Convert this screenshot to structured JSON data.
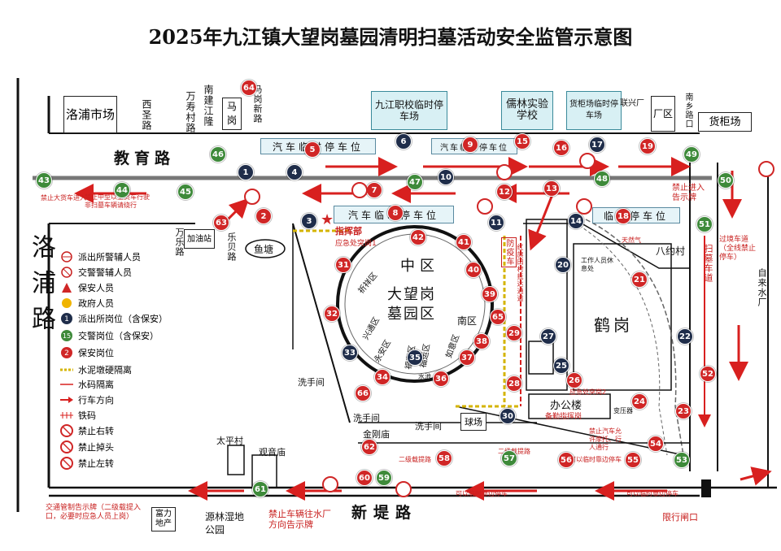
{
  "title": "2025年九江镇大望岗墓园清明扫墓活动安全监管示意图",
  "roads": {
    "luopu_top": "洛浦市场",
    "luopu_left": "洛浦路",
    "jiaoyu": "教育路",
    "xiditlu": "新堤路",
    "xisheng": "西圣路",
    "wanshou": "万寿村路",
    "nanjian": "南建江隆",
    "magang_lu": "马岗新路",
    "magang": "马岗",
    "lianxing": "联兴厂",
    "chang": "厂区",
    "nanxiang": "南乡路口",
    "huoguichang": "货柜场",
    "wanle": "万乐路",
    "jiayouzhan": "加油站",
    "lebei": "乐贝路",
    "yutang": "鱼塘",
    "bayue": "八约村",
    "zilaishui": "自来水厂",
    "taiping": "太平村",
    "guanyin": "观音庙",
    "yuanlin": "源林湿地公园",
    "fuli": "富力地产",
    "jingang": "金刚庙",
    "xishoujian1": "洗手间",
    "xishoujian2": "洗手间",
    "xishoujian3": "洗手间",
    "qiuchang": "球场",
    "bangonglou": "办公楼",
    "beiqin": "备勤指挥岗",
    "biandian": "变压器",
    "hegang": "鹤岗",
    "zhongqu": "中区",
    "nanqu": "南区",
    "center_line1": "大望岗",
    "center_line2": "墓园区",
    "xinxiang": "祈祥区",
    "xingtong": "兴通区",
    "yongan": "永安区",
    "fushou": "福寿区",
    "fuyun": "福运区",
    "ruyi": "如意区",
    "zhihuibu": "指挥部",
    "yingji": "应急处突岗1",
    "yingji2": "应急处突岗2",
    "gongzuo": "工作人员休息处",
    "fangyu": "防疫车",
    "shuichi": "水池",
    "hongqi": "红旗田",
    "tiebie": "天然气"
  },
  "boxes": {
    "jiujiang": "九江职校临时停车场",
    "rulin": "儒林实验学校",
    "huogui_park": "货柜场临时停车场",
    "park1": "汽车临时停车位",
    "park2": "汽车临时停车位",
    "park3": "汽车临时停车位",
    "park4": "临时停车位"
  },
  "notes": {
    "n1": "禁止大货车进入",
    "n2": "禁止中型以上货车行驶非扫墓车辆请绕行",
    "n3": "禁止进入告示牌",
    "n4": "过境车道（全线禁止停车）",
    "n5": "交通管制告示牌（二级载提入口，必要时应急人员上岗）",
    "n6": "禁止车辆往水厂方向告示牌",
    "n7": "限行闸口",
    "n8": "可以临时靠边停车",
    "n9": "可以临时靠边停车",
    "n10": "二级载提路",
    "n11": "禁止汽车允许摩托、行人通行",
    "n12": "扫墓车道",
    "n13": "可以临时靠边停车",
    "n14": "二级载提路",
    "n15": "红旗田村抵达通道"
  },
  "legend": [
    {
      "icon": "auxiliary-police-icon",
      "label": "派出所警辅人员"
    },
    {
      "icon": "traffic-auxiliary-icon",
      "label": "交警警辅人员"
    },
    {
      "icon": "security-staff-icon",
      "label": "保安人员"
    },
    {
      "icon": "government-staff-icon",
      "label": "政府人员"
    },
    {
      "icon": "police-post-icon",
      "label": "派出所岗位（含保安）"
    },
    {
      "icon": "traffic-post-icon",
      "label": "交警岗位（含保安）"
    },
    {
      "icon": "security-post-icon",
      "label": "保安岗位"
    },
    {
      "icon": "concrete-barrier-icon",
      "label": "水泥墩硬隔离"
    },
    {
      "icon": "water-barrier-icon",
      "label": "水码隔离"
    },
    {
      "icon": "direction-arrow-icon",
      "label": "行车方向"
    },
    {
      "icon": "iron-horse-icon",
      "label": "铁码"
    },
    {
      "icon": "no-right-turn-icon",
      "label": "禁止右转"
    },
    {
      "icon": "no-u-turn-icon",
      "label": "禁止掉头"
    },
    {
      "icon": "no-left-turn-icon",
      "label": "禁止左转"
    }
  ],
  "colors": {
    "police": "#1f2d4a",
    "traffic": "#3e8a3a",
    "security": "#d02626",
    "arrow": "#d8201f",
    "road": "#777777"
  }
}
